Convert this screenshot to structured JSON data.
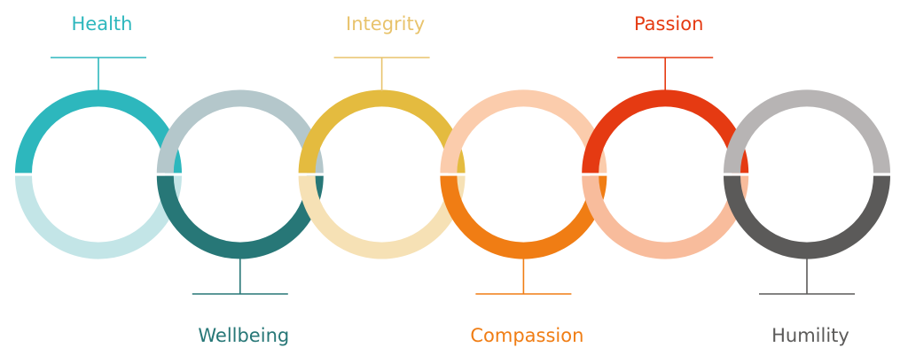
{
  "values": [
    {
      "label": "Health",
      "top_color": "#2db7bd",
      "bottom_color": "#c3e5e7",
      "label_color": "#2db7bd",
      "position": "top"
    },
    {
      "label": "Wellbeing",
      "top_color": "#b4c7cb",
      "bottom_color": "#277777",
      "label_color": "#277777",
      "position": "bottom"
    },
    {
      "label": "Integrity",
      "top_color": "#e4bb3f",
      "bottom_color": "#f6e1b5",
      "label_color": "#e8c36c",
      "position": "top"
    },
    {
      "label": "Compassion",
      "top_color": "#fbccac",
      "bottom_color": "#f07d14",
      "label_color": "#f07d14",
      "position": "bottom"
    },
    {
      "label": "Passion",
      "top_color": "#e53a12",
      "bottom_color": "#f8bc9c",
      "label_color": "#e53a12",
      "position": "top"
    },
    {
      "label": "Humility",
      "top_color": "#b7b4b4",
      "bottom_color": "#5b5a59",
      "label_color": "#5b5a59",
      "position": "bottom"
    }
  ]
}
